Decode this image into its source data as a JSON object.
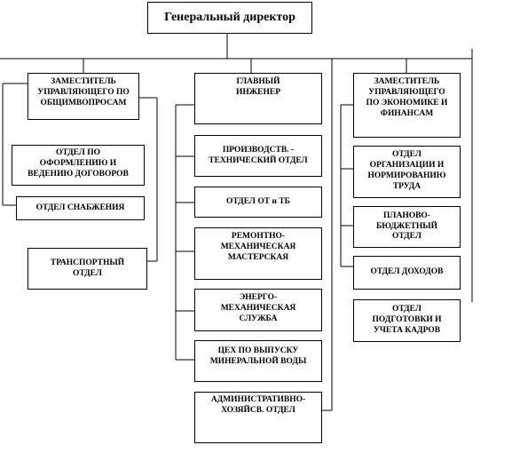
{
  "director": "Генеральный директор",
  "left": {
    "deputy": "ЗАМЕСТИТЕЛЬ\nУПРАВЛЯЮЩЕГО ПО\nОБЩИМВОПРОСАМ",
    "items": [
      "ОТДЕЛ ПО\nОФОРМЛЕНИЮ И\nВЕДЕНИЮ ДОГОВОРОВ",
      "ОТДЕЛ СНАБЖЕНИЯ",
      "ТРАНСПОРТНЫЙ\nОТДЕЛ"
    ]
  },
  "center": {
    "head": "ГЛАВНЫЙ\nИНЖЕНЕР",
    "items": [
      "ПРОИЗВОДСТВ. -\nТЕХНИЧЕСКИЙ ОТДЕЛ",
      "ОТДЕЛ ОТ и ТБ",
      "РЕМОНТНО-\nМЕХАНИЧЕСКАЯ\nМАСТЕРСКАЯ",
      "ЭНЕРГО-\nМЕХАНИЧЕСКАЯ\nСЛУЖБА",
      "ЦЕХ ПО ВЫПУСКУ\nМИНЕРАЛЬНОЙ ВОДЫ",
      "АДМИНИСТРАТИВНО-\nХОЗЯЙСВ. ОТДЕЛ"
    ]
  },
  "right": {
    "deputy": "ЗАМЕСТИТЕЛЬ\nУПРАВЛЯЮЩЕГО\nПО ЭКОНОМИКЕ И\nФИНАНСАМ",
    "items": [
      "ОТДЕЛ\nОРГАНИЗАЦИИ И\nНОРМИРОВАНИЮ\nТРУДА",
      "ПЛАНОВО-\nБЮДЖЕТНЫЙ\nОТДЕЛ",
      "ОТДЕЛ ДОХОДОВ",
      "ОТДЕЛ\nПОДГОТОВКИ И\nУЧЕТА КАДРОВ"
    ]
  }
}
